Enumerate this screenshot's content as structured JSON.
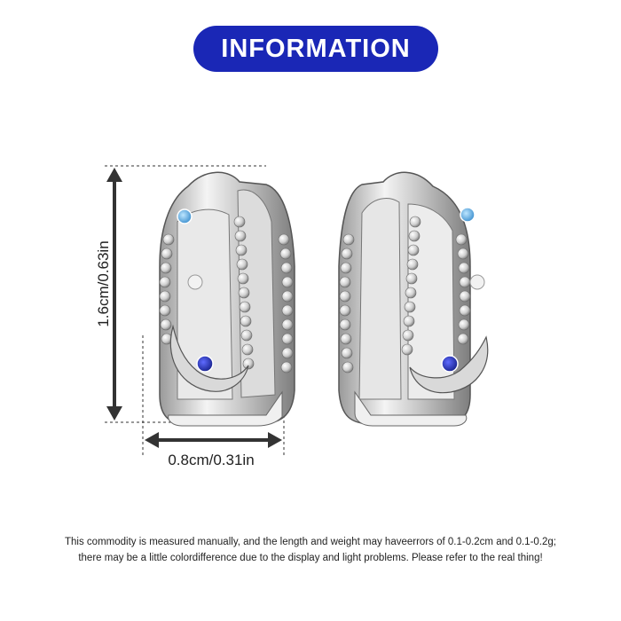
{
  "banner": {
    "title": "INFORMATION"
  },
  "dimensions": {
    "height_label": "1.6cm/0.63in",
    "width_label": "0.8cm/0.31in"
  },
  "disclaimer": {
    "line1": "This commodity is measured manually, and the length and weight may haveerrors of 0.1-0.2cm and 0.1-0.2g;",
    "line2": "there may be a little colordifference due to the display and light problems. Please refer to the real thing!"
  },
  "colors": {
    "banner_bg": "#1a27b6",
    "banner_text": "#ffffff",
    "text": "#222222",
    "gem_light_blue": "#4aa3e0",
    "gem_dark_blue": "#1c2aa0"
  }
}
